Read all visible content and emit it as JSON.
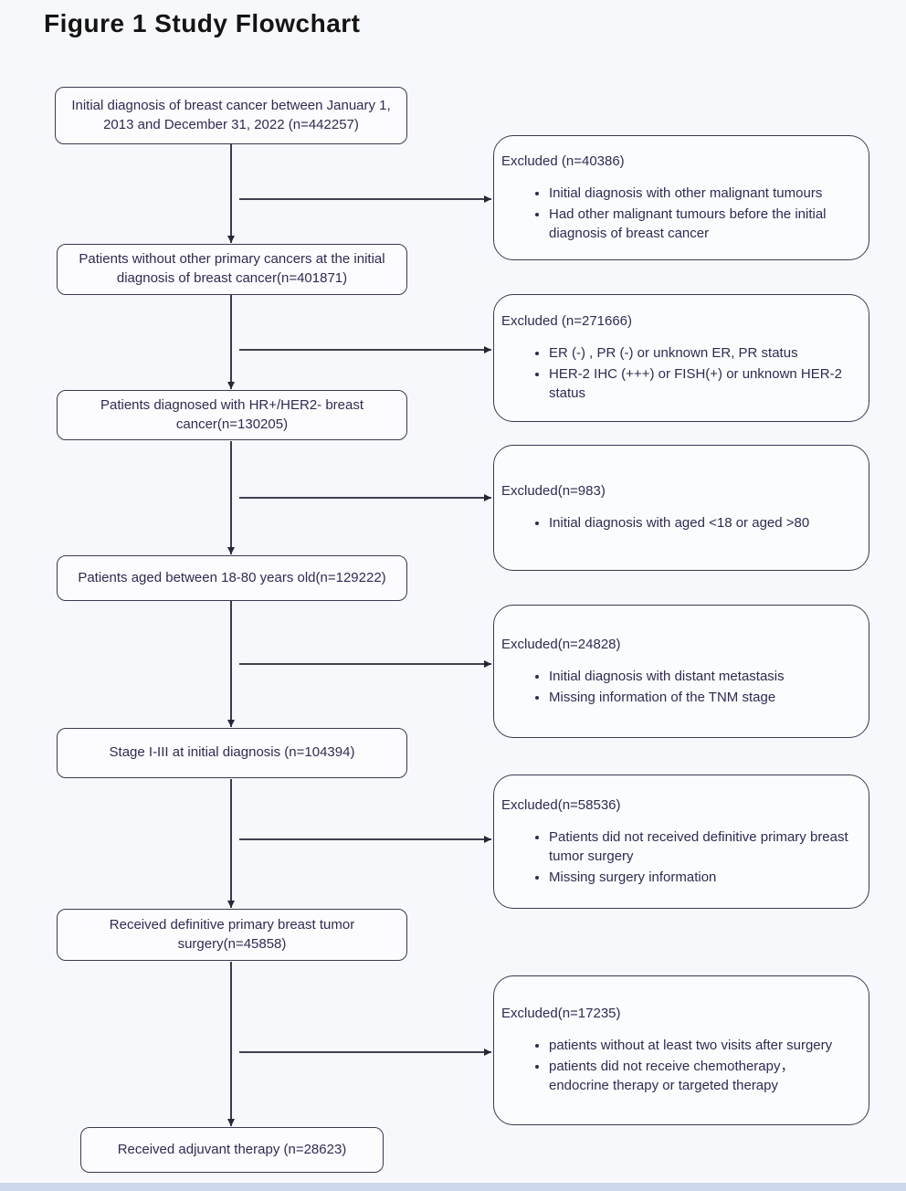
{
  "title": "Figure 1 Study Flowchart",
  "colors": {
    "text": "#2f2b52",
    "box_border": "#3b3954",
    "arrow": "#26263a",
    "page_background": "#f7f8fb",
    "footer_strip": "#cdd8ec"
  },
  "steps": [
    {
      "text": "Initial diagnosis of breast cancer between January 1, 2013 and December 31, 2022  (n=442257)"
    },
    {
      "text": "Patients without other primary cancers  at the initial diagnosis of breast cancer(n=401871)"
    },
    {
      "text": "Patients diagnosed with HR+/HER2- breast cancer(n=130205)"
    },
    {
      "text": "Patients aged between 18-80 years old(n=129222)"
    },
    {
      "text": "Stage I-III at initial diagnosis (n=104394)"
    },
    {
      "text": "Received definitive primary breast tumor surgery(n=45858)"
    },
    {
      "text": "Received adjuvant therapy  (n=28623)"
    }
  ],
  "exclusions": [
    {
      "header": "Excluded (n=40386)",
      "bullets": [
        "Initial diagnosis with other malignant tumours",
        "Had other malignant tumours before the initial diagnosis of breast cancer"
      ]
    },
    {
      "header": "Excluded (n=271666)",
      "bullets": [
        "ER (-) , PR (-) or unknown ER, PR status",
        "HER-2 IHC (+++) or FISH(+) or unknown HER-2 status"
      ]
    },
    {
      "header": "Excluded(n=983)",
      "bullets": [
        "Initial diagnosis with aged <18 or aged >80"
      ]
    },
    {
      "header": "Excluded(n=24828)",
      "bullets": [
        "Initial diagnosis with distant metastasis",
        "Missing information of the TNM stage"
      ]
    },
    {
      "header": "Excluded(n=58536)",
      "bullets": [
        "Patients did not received definitive primary breast tumor surgery",
        "Missing surgery information"
      ]
    },
    {
      "header": "Excluded(n=17235)",
      "bullets": [
        "patients without at least two visits after surgery",
        "patients did not receive chemotherapy， endocrine therapy or targeted therapy"
      ]
    }
  ]
}
